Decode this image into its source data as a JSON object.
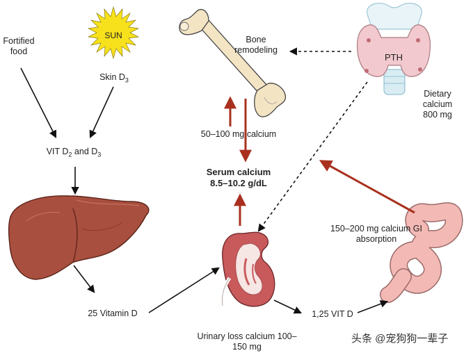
{
  "labels": {
    "fortified_food": "Fortified food",
    "sun": "SUN",
    "skin_d3": "Skin D",
    "skin_d3_sub": "3",
    "vit_d2": "VIT D",
    "vit_d2_sub": "2",
    "vit_and": " and D",
    "vit_d3_sub": "3",
    "vitamin_25": "25 Vitamin D",
    "vit_125": "1,25 VIT D",
    "bone_remodeling": "Bone remodeling",
    "pth": "PTH",
    "dietary_calcium": "Dietary calcium 800 mg",
    "bone_exchange": "50–100 mg calcium",
    "serum_calcium_title": "Serum calcium",
    "serum_calcium_range": "8.5–10.2 g/dL",
    "gi_absorption": "150–200 mg calcium GI absorption",
    "urinary_loss": "Urinary loss calcium 100–150 mg"
  },
  "watermark": {
    "text": "头条 @宠狗狗一辈子"
  },
  "colors": {
    "liver": "#a94f3f",
    "bone": "#f3e4c4",
    "thyroid": "#f2c9cf",
    "sun": "#f7e11c",
    "intestine": "#f3b9b5",
    "kidney": "#c85a5c",
    "red_arrow": "#a9301f",
    "black_arrow": "#111111"
  }
}
